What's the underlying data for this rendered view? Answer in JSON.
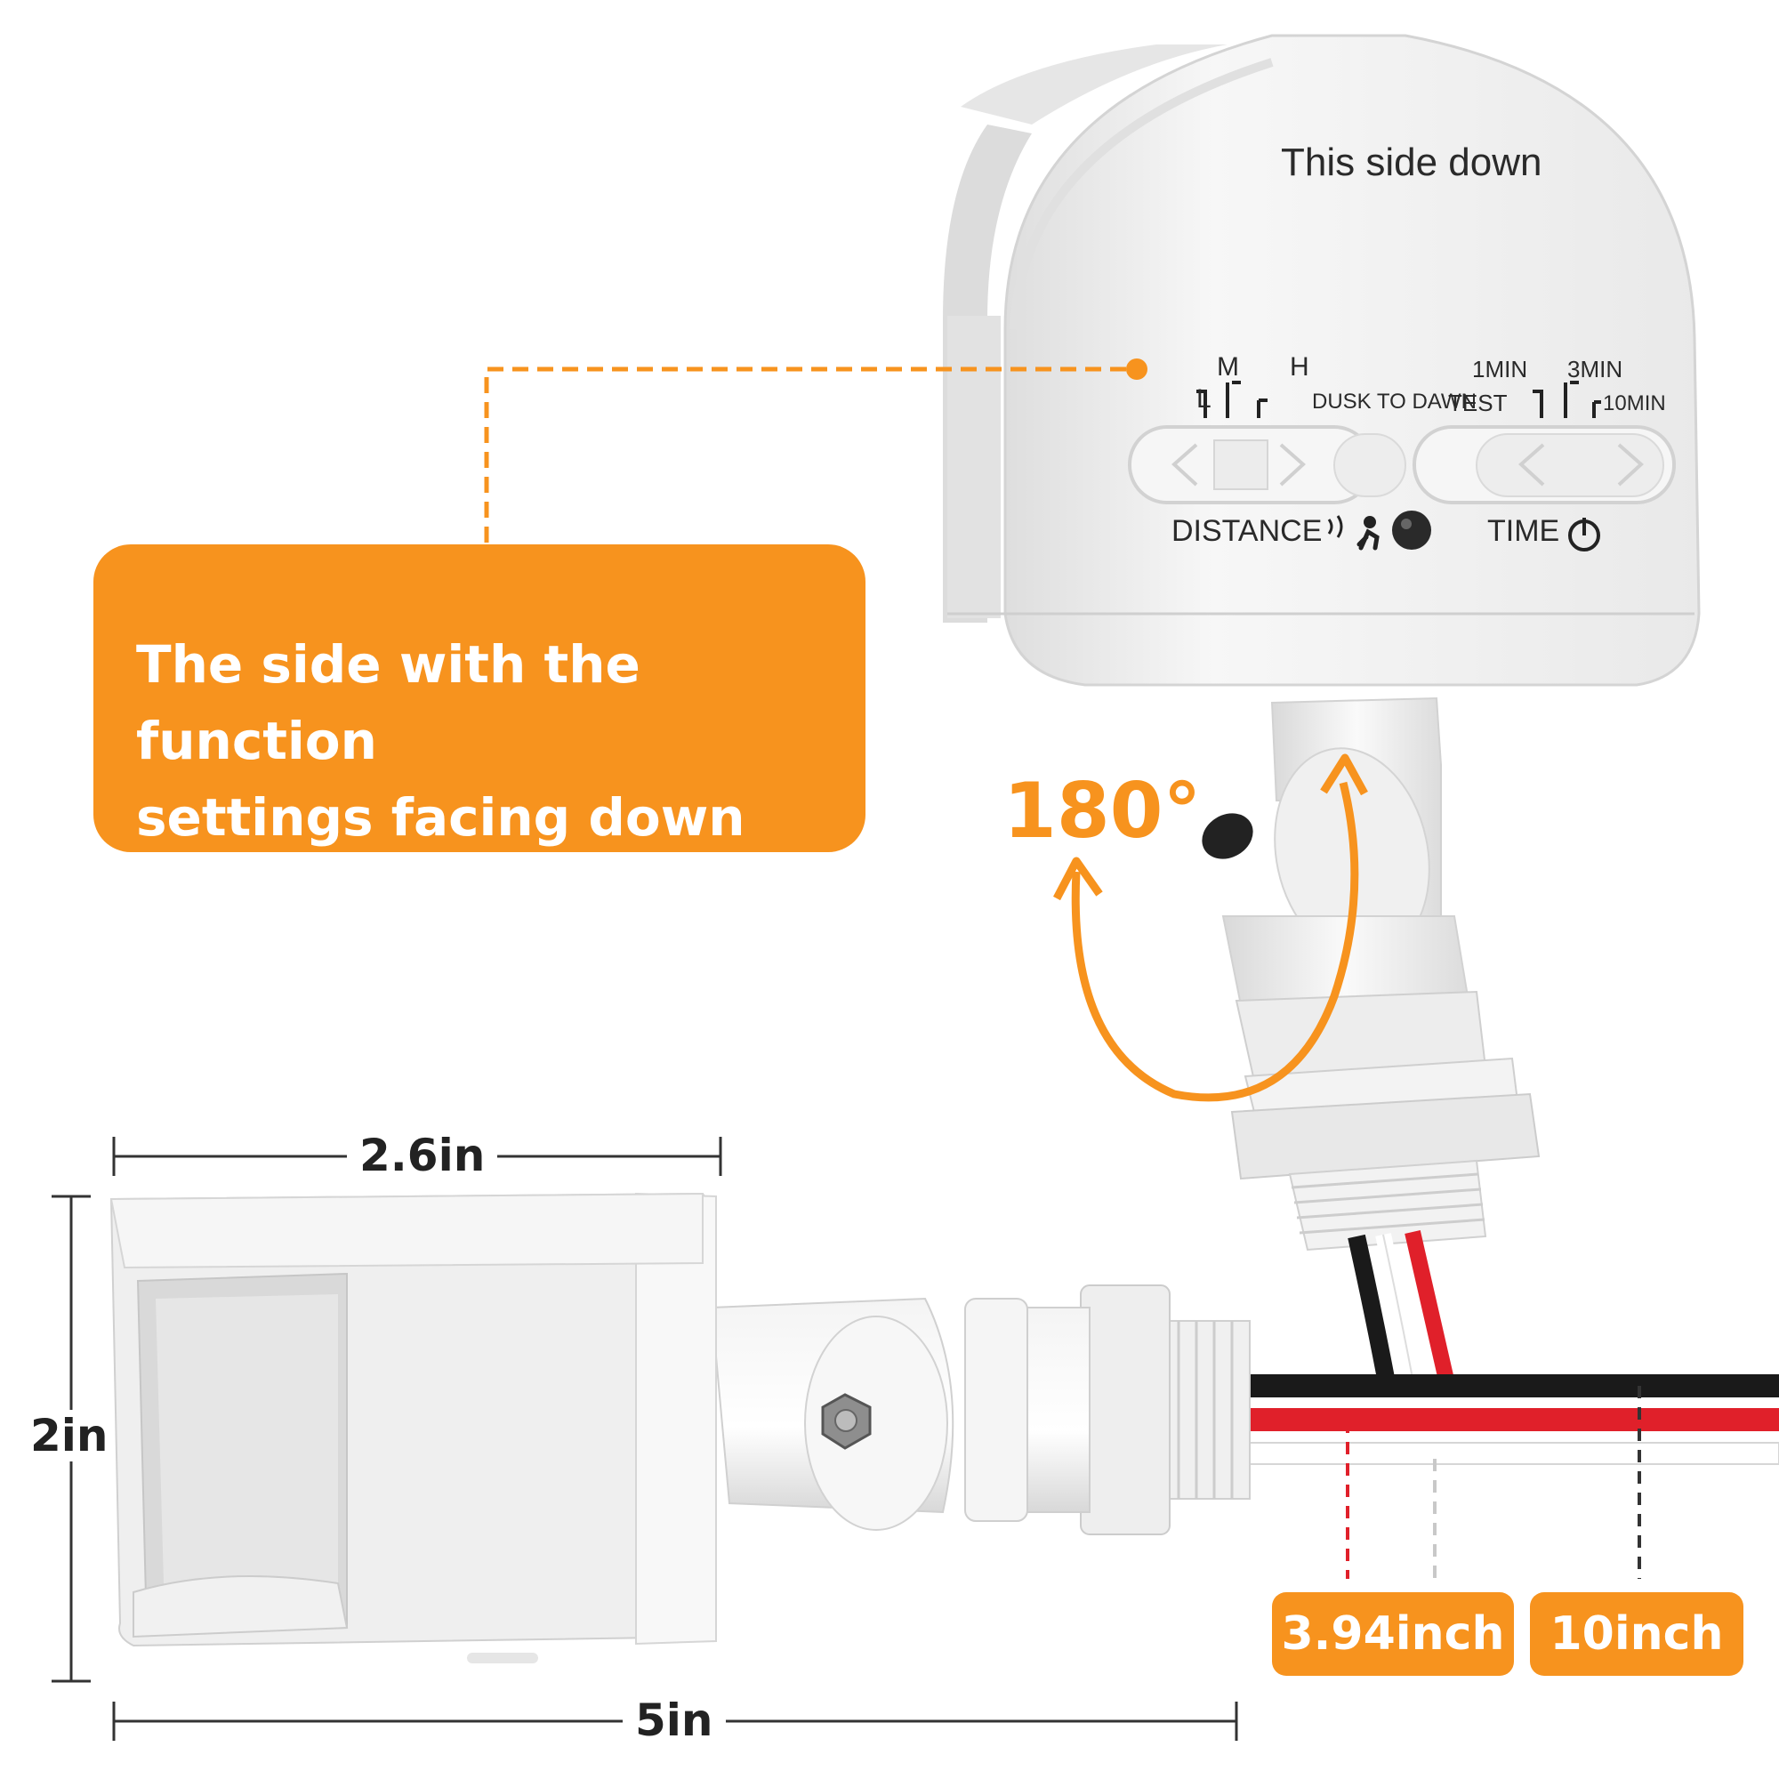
{
  "callout": {
    "line1": "The side with the function",
    "line2": "settings facing down"
  },
  "rotation": {
    "label": "180°"
  },
  "device_labels": {
    "top_text": "This side down",
    "sensitivity_marks": [
      "L",
      "M",
      "H"
    ],
    "dusk_to_dawn": "DUSK TO DAWN",
    "test": "TEST",
    "time_marks": [
      "1MIN",
      "3MIN",
      "10MIN"
    ],
    "distance": "DISTANCE",
    "time": "TIME"
  },
  "dimensions": {
    "width": "2.6in",
    "height": "2in",
    "length": "5in",
    "wire_short": "3.94inch",
    "wire_long": "10inch"
  },
  "colors": {
    "accent": "#F7931E",
    "wire_red": "#E0202A",
    "wire_black": "#1a1a1a",
    "device_white": "#f2f2f2"
  },
  "icons": [
    "motion-person-icon",
    "timer-icon",
    "light-sensor-icon"
  ]
}
